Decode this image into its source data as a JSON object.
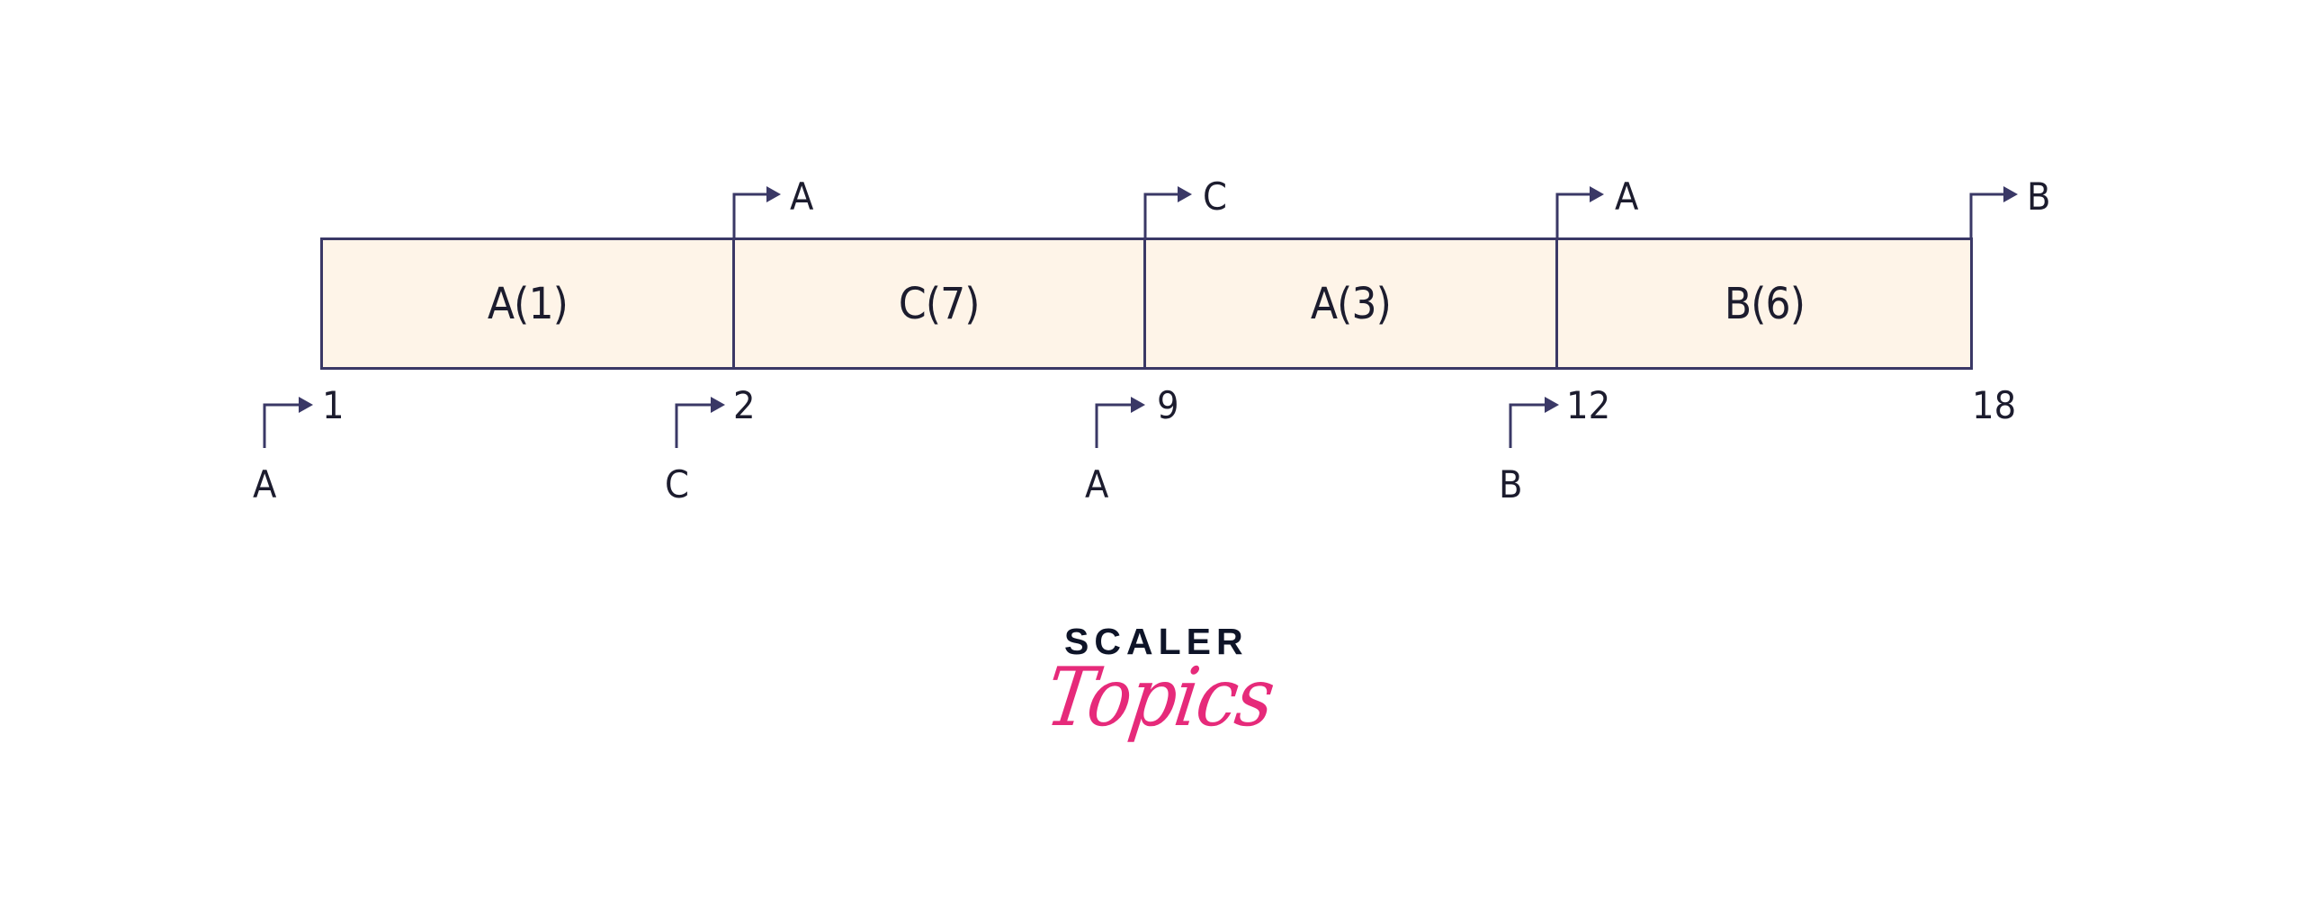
{
  "diagram": {
    "type": "gantt-timeline",
    "description": "Process scheduling timeline",
    "colors": {
      "stroke": "#3a3866",
      "fill": "#fef4e8",
      "text": "#1c1c2e"
    },
    "segments": [
      {
        "label": "A(1)",
        "process": "A",
        "duration": 1,
        "start": 1,
        "end": 2
      },
      {
        "label": "C(7)",
        "process": "C",
        "duration": 7,
        "start": 2,
        "end": 9
      },
      {
        "label": "A(3)",
        "process": "A",
        "duration": 3,
        "start": 9,
        "end": 12
      },
      {
        "label": "B(6)",
        "process": "B",
        "duration": 6,
        "start": 12,
        "end": 18
      }
    ],
    "time_ticks": [
      "1",
      "2",
      "9",
      "12",
      "18"
    ],
    "arrivals": [
      {
        "process": "A",
        "time": "1"
      },
      {
        "process": "C",
        "time": "2"
      },
      {
        "process": "A",
        "time": "9"
      },
      {
        "process": "B",
        "time": "12"
      }
    ],
    "departures": [
      {
        "process": "A",
        "time": "2"
      },
      {
        "process": "C",
        "time": "9"
      },
      {
        "process": "A",
        "time": "12"
      },
      {
        "process": "B",
        "time": "18"
      }
    ]
  },
  "logo": {
    "line1": "SCALER",
    "line2": "Topics",
    "line1_color": "#0e1428",
    "line2_color": "#e62a7a"
  }
}
